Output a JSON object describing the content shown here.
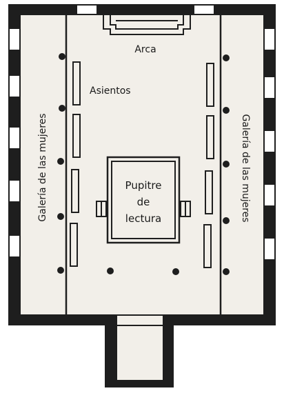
{
  "labels": {
    "ark": "Arca",
    "seats": "Asientos",
    "reading_desk_line1": "Pupitre",
    "reading_desk_line2": "de",
    "reading_desk_line3": "lectura",
    "gallery_left": "Galería de las mujeres",
    "gallery_right": "Galería de las mujeres"
  },
  "colors": {
    "wall": "#1e1e1e",
    "floor": "#f2efe9",
    "line": "#1e1e1e",
    "opening": "#ffffff"
  }
}
